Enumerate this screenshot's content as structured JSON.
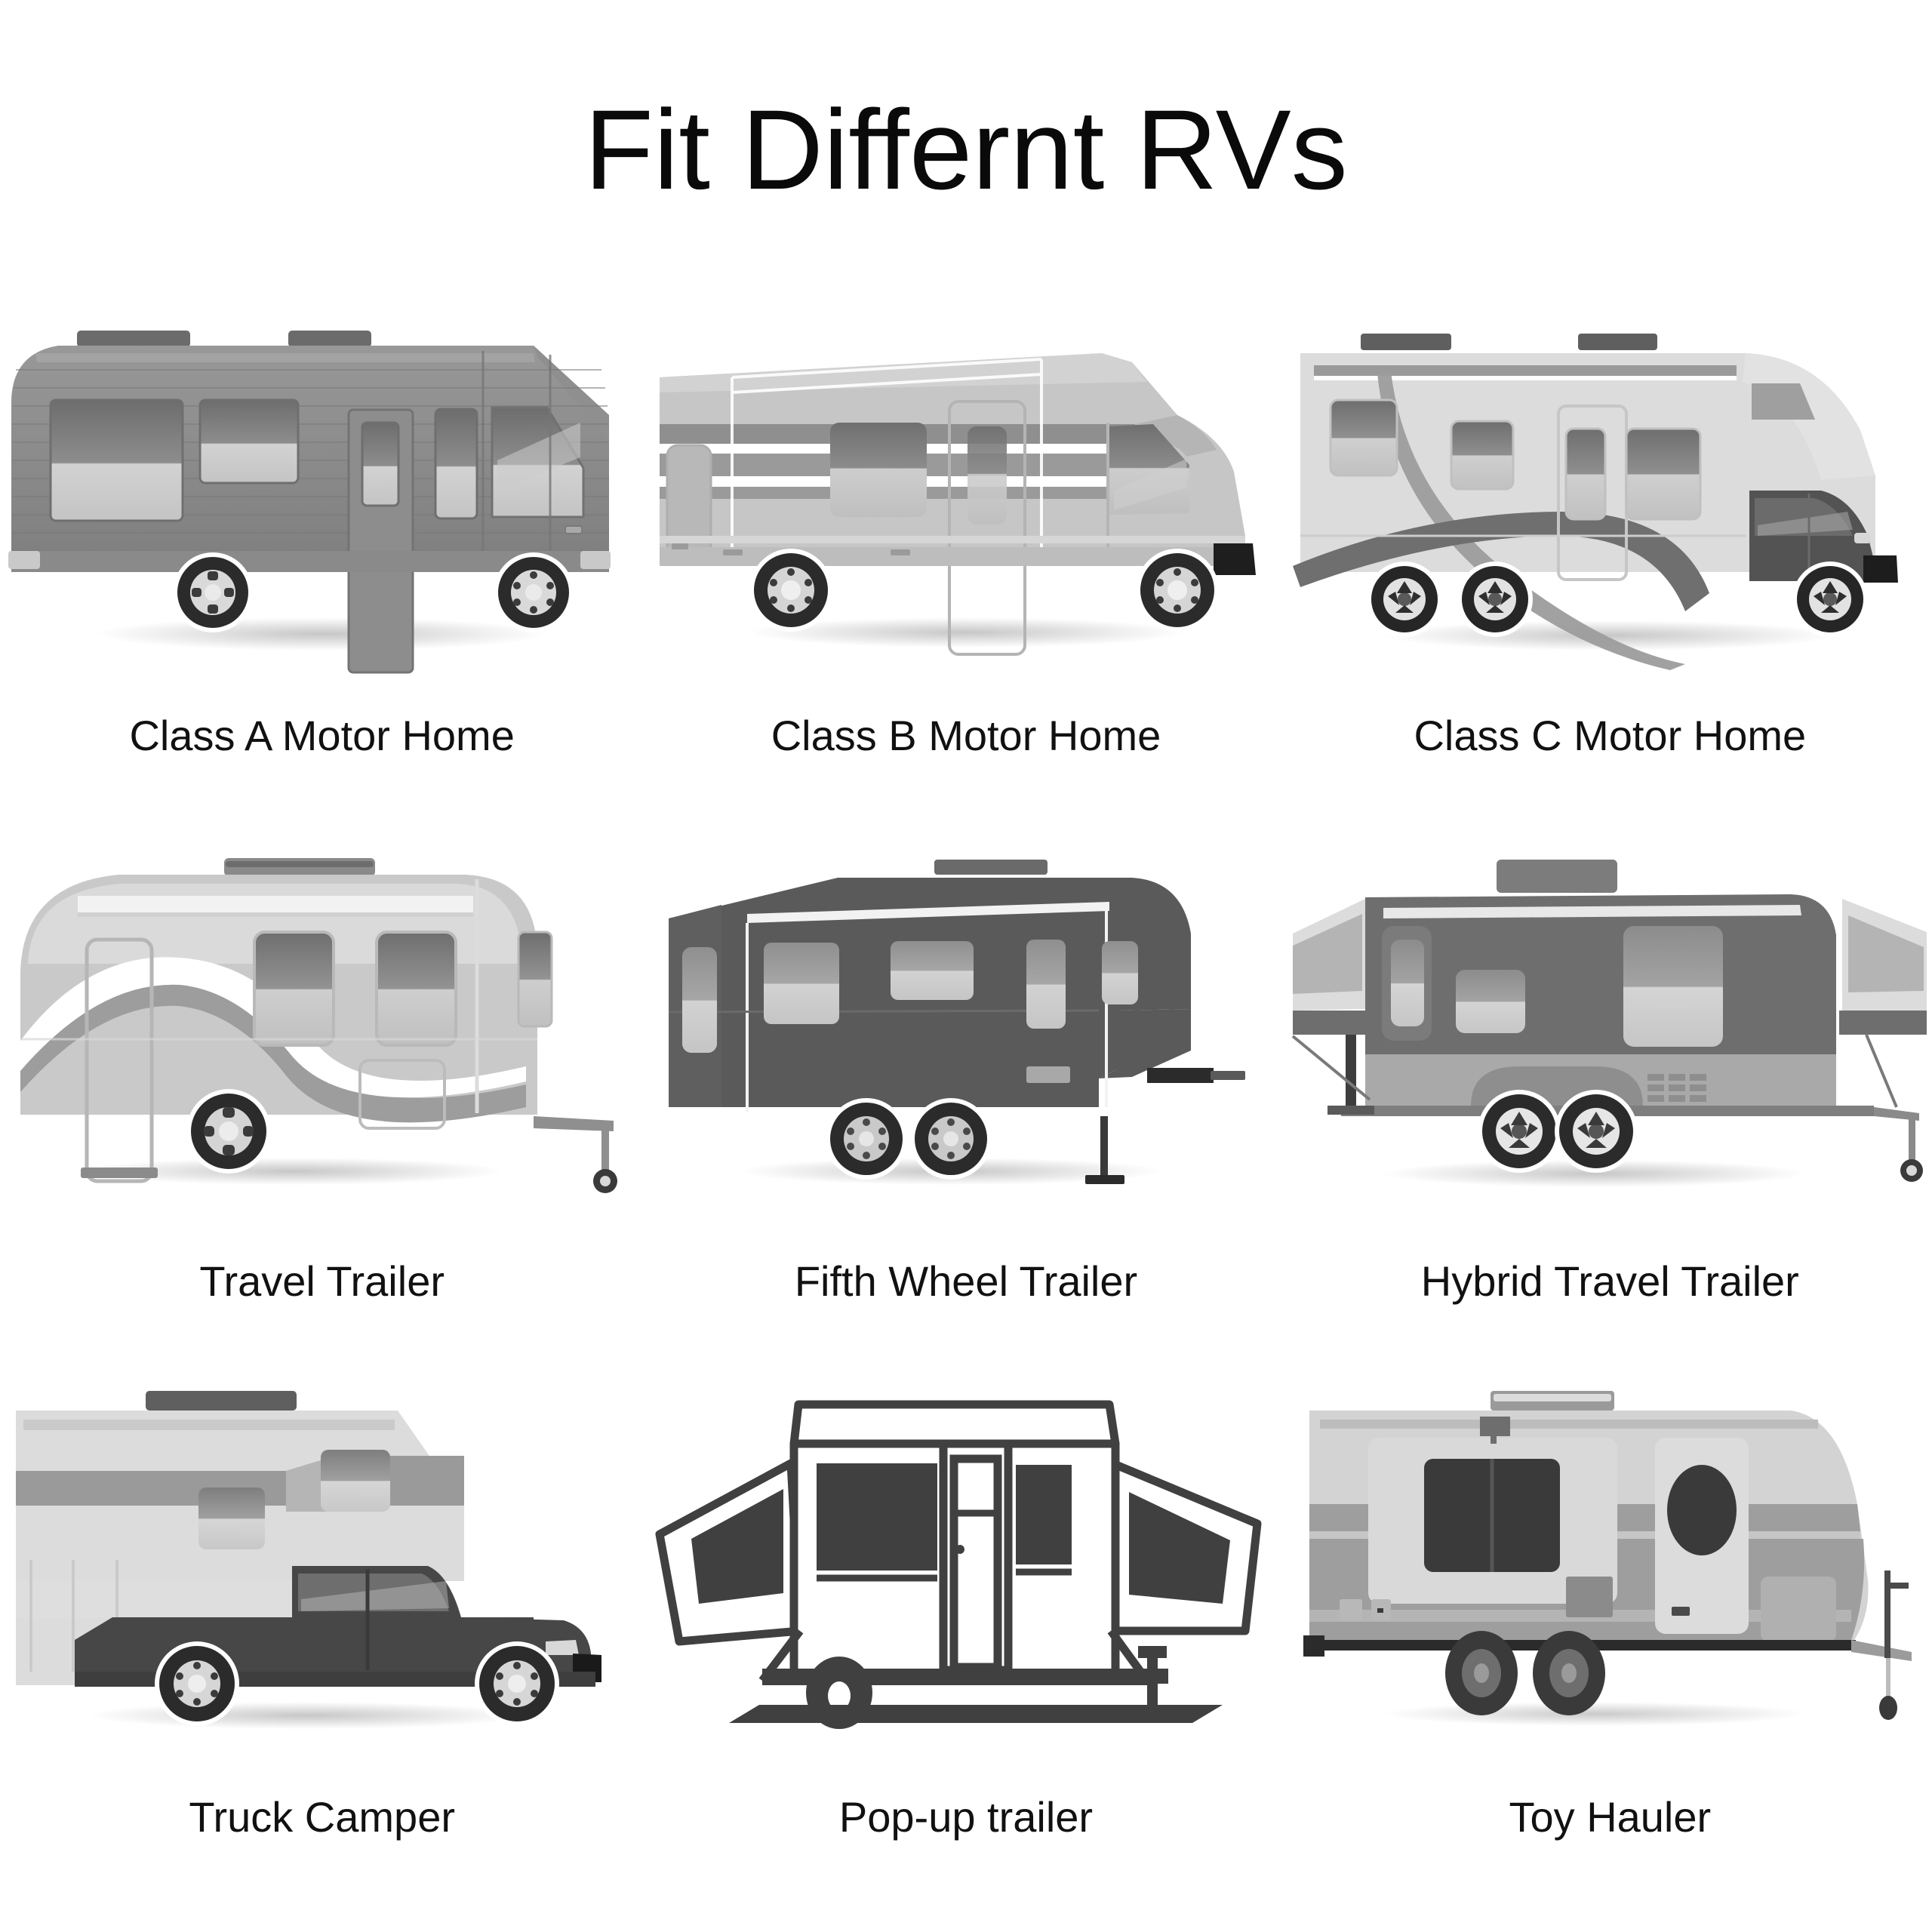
{
  "page": {
    "title": "Fit Differnt RVs",
    "background_color": "#ffffff",
    "text_color": "#111111"
  },
  "palette": {
    "classA_body": "#8b8b8b",
    "classA_body_dark": "#7c7c7c",
    "classA_window_top": "#6f6f6f",
    "classA_window_bottom": "#cfcfcf",
    "classB_body": "#c6c6c6",
    "classB_stripe": "#8f8f8f",
    "classB_white": "#ffffff",
    "classC_body": "#dcdcdc",
    "classC_swoosh": "#9a9a9a",
    "classC_swoosh_dark": "#6a6a6a",
    "classC_cab": "#555555",
    "travel_body": "#c9c9c9",
    "travel_wave_dark": "#9d9d9d",
    "travel_wave_light": "#ffffff",
    "fifth_body": "#5a5a5a",
    "fifth_trim": "#f2f2f2",
    "hybrid_body": "#6e6e6e",
    "hybrid_lower": "#a9a9a9",
    "hybrid_tent": "#d8d8d8",
    "truck_camper_body": "#dcdcdc",
    "truck_camper_band": "#9a9a9a",
    "truck_body": "#474747",
    "popup_ink": "#404040",
    "toy_body": "#d3d3d3",
    "toy_band": "#9e9e9e",
    "toy_window": "#3a3a3a",
    "tire": "#2b2b2b",
    "rim": "#d8d8d8",
    "shadow": "#e8e8e8"
  },
  "grid": {
    "columns": 3,
    "rows": 3,
    "items": [
      {
        "id": "class-a-motor-home",
        "label": "Class A Motor Home",
        "row": 1,
        "col": 1,
        "icon": "rv-class-a-icon"
      },
      {
        "id": "class-b-motor-home",
        "label": "Class B Motor Home",
        "row": 1,
        "col": 2,
        "icon": "rv-class-b-icon"
      },
      {
        "id": "class-c-motor-home",
        "label": "Class C Motor Home",
        "row": 1,
        "col": 3,
        "icon": "rv-class-c-icon"
      },
      {
        "id": "travel-trailer",
        "label": "Travel Trailer",
        "row": 2,
        "col": 1,
        "icon": "rv-travel-trailer-icon"
      },
      {
        "id": "fifth-wheel-trailer",
        "label": "Fifth Wheel Trailer",
        "row": 2,
        "col": 2,
        "icon": "rv-fifth-wheel-icon"
      },
      {
        "id": "hybrid-travel-trailer",
        "label": "Hybrid Travel Trailer",
        "row": 2,
        "col": 3,
        "icon": "rv-hybrid-trailer-icon"
      },
      {
        "id": "truck-camper",
        "label": "Truck Camper",
        "row": 3,
        "col": 1,
        "icon": "rv-truck-camper-icon"
      },
      {
        "id": "pop-up-trailer",
        "label": "Pop-up trailer",
        "row": 3,
        "col": 2,
        "icon": "rv-popup-trailer-icon"
      },
      {
        "id": "toy-hauler",
        "label": "Toy Hauler",
        "row": 3,
        "col": 3,
        "icon": "rv-toy-hauler-icon"
      }
    ]
  }
}
